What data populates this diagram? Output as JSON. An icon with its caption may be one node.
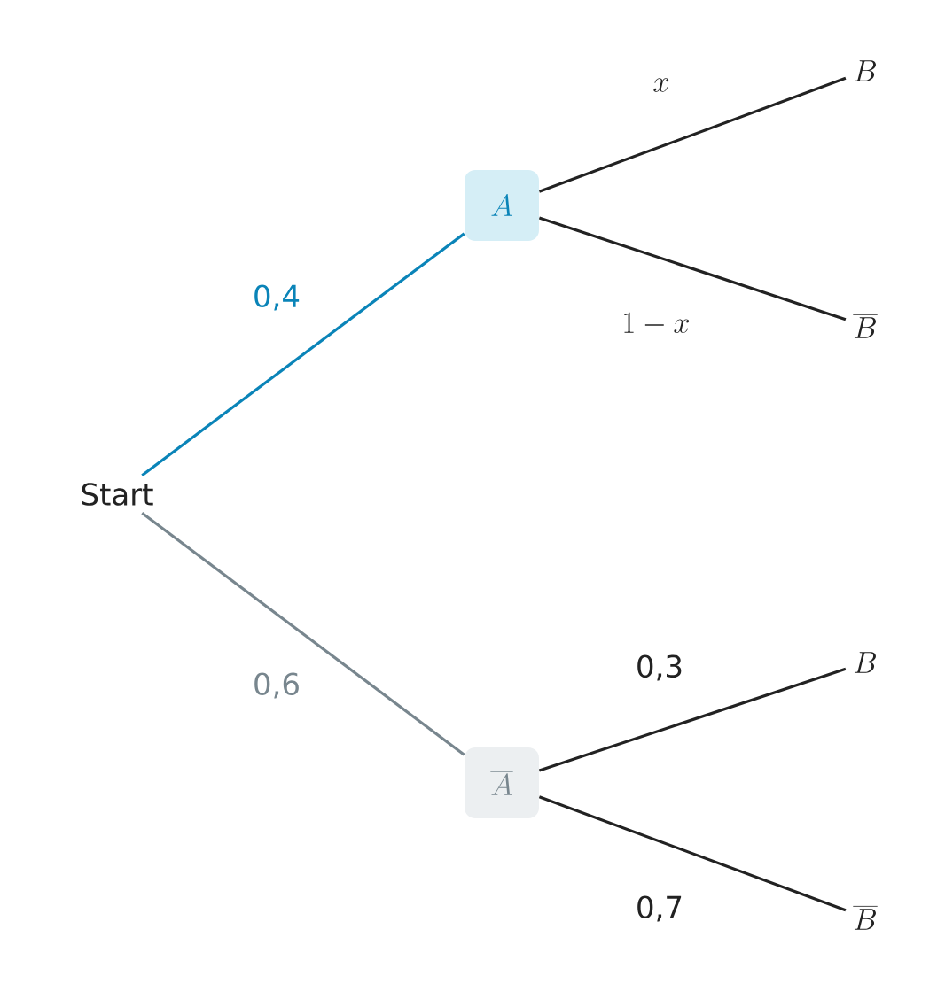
{
  "diagram": {
    "nodes": [
      {
        "text": [
          "Start"
        ]
      },
      {
        "text": [
          "A"
        ]
      },
      {
        "text": [
          "\\overline{A}"
        ]
      },
      {
        "text": [
          "B"
        ]
      },
      {
        "text": [
          "\\overline{B}"
        ]
      },
      {
        "text": [
          "B"
        ]
      },
      {
        "text": [
          "\\overline{B}"
        ]
      }
    ],
    "edges": [
      {
        "from": 0,
        "to": 1,
        "arrow": "none",
        "label": "0,4",
        "color": "#0a84b8"
      },
      {
        "from": 0,
        "to": 2,
        "arrow": "none",
        "label": "0,6",
        "color": "#78868e"
      },
      {
        "from": 1,
        "to": 3,
        "arrow": "none",
        "label": "x"
      },
      {
        "from": 1,
        "to": 4,
        "arrow": "none",
        "label": "1-x"
      },
      {
        "from": 2,
        "to": 5,
        "arrow": "none",
        "label": "0,3"
      },
      {
        "from": 2,
        "to": 6,
        "arrow": "none",
        "label": "0,7"
      }
    ]
  }
}
